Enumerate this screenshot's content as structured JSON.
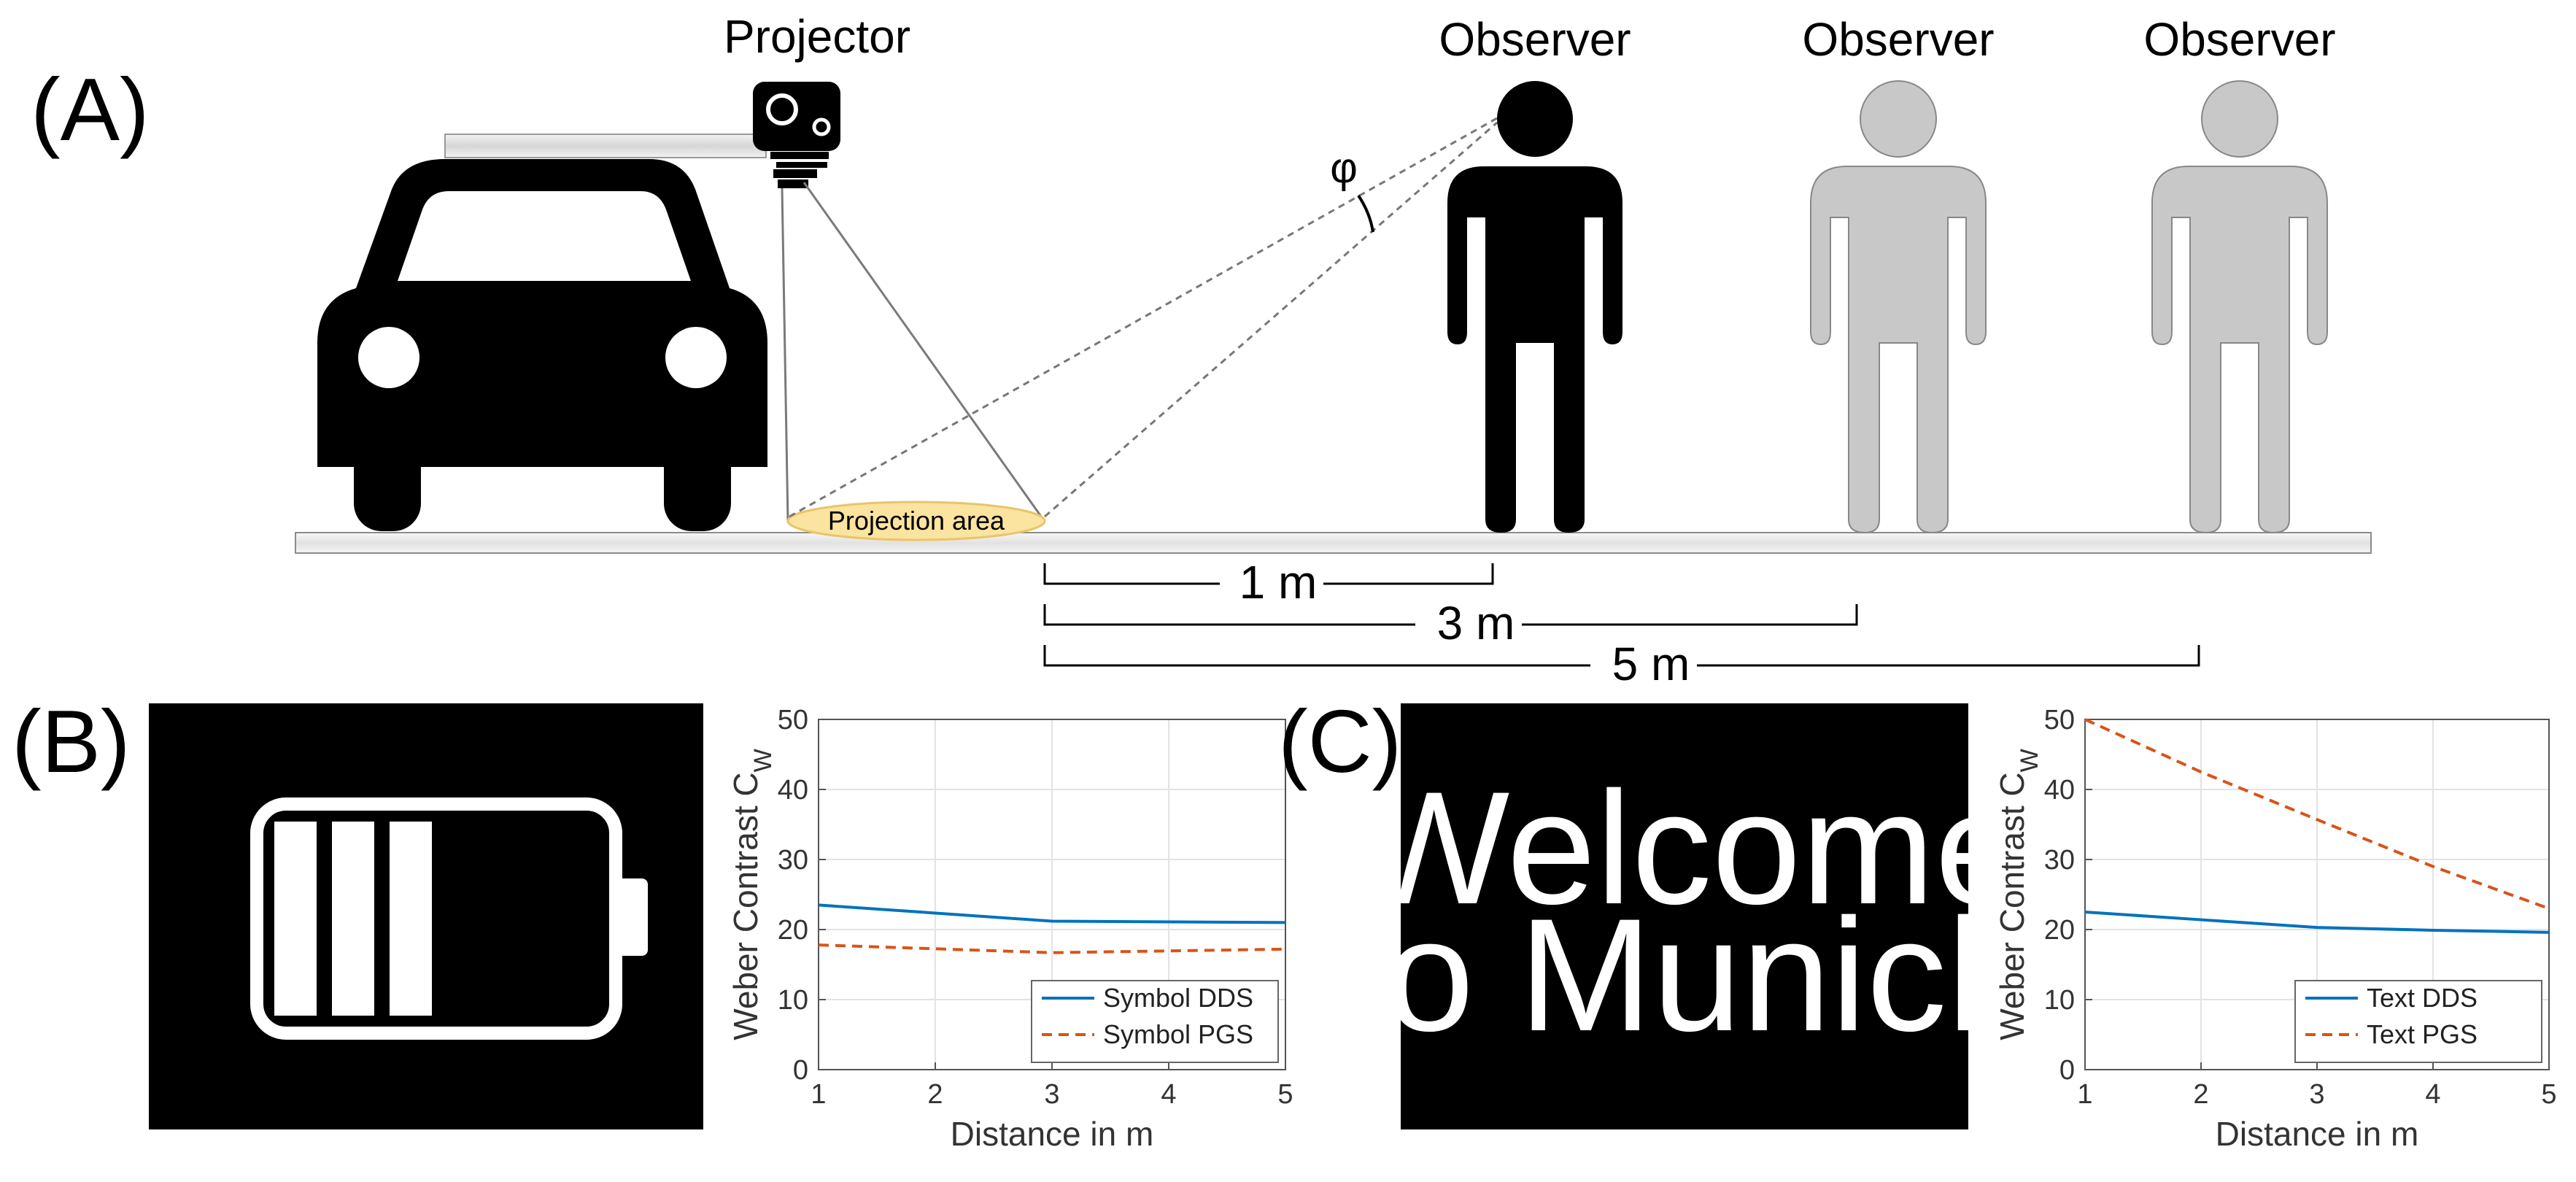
{
  "panels": {
    "a": "(A)",
    "b": "(B)",
    "c": "(C)"
  },
  "scene": {
    "projector_label": "Projector",
    "observer_labels": [
      "Observer",
      "Observer",
      "Observer"
    ],
    "projection_area_label": "Projection area",
    "angle_label": "φ",
    "distance_labels": [
      "1 m",
      "3 m",
      "5 m"
    ],
    "colors": {
      "projection_fill": "#fbe3a0",
      "projection_stroke": "#e9c46a",
      "ghost_observer": "#c8c8c8",
      "ground": "#e6e6e6"
    }
  },
  "stimulus_text": {
    "line1": "Welcome",
    "line2": "to Munich"
  },
  "chart_data": [
    {
      "type": "line",
      "x": [
        1,
        3,
        5
      ],
      "series": [
        {
          "name": "Symbol DDS",
          "values": [
            23.5,
            21.2,
            21.0
          ],
          "color": "#0072bd",
          "dash": "solid"
        },
        {
          "name": "Symbol PGS",
          "values": [
            17.8,
            16.7,
            17.2
          ],
          "color": "#d95319",
          "dash": "dashed"
        }
      ],
      "xlabel": "Distance in m",
      "ylabel": "Weber Contrast C",
      "ylabel_subscript": "W",
      "xlim": [
        1,
        5
      ],
      "ylim": [
        0,
        50
      ],
      "xticks": [
        1,
        2,
        3,
        4,
        5
      ],
      "yticks": [
        0,
        10,
        20,
        30,
        40,
        50
      ],
      "grid": true,
      "legend": "bottom-right"
    },
    {
      "type": "line",
      "x": [
        1,
        2,
        3,
        4,
        5
      ],
      "series": [
        {
          "name": "Text DDS",
          "values": [
            22.5,
            21.4,
            20.3,
            19.9,
            19.6
          ],
          "color": "#0072bd",
          "dash": "solid"
        },
        {
          "name": "Text PGS",
          "values": [
            50.0,
            42.5,
            35.7,
            29.0,
            23.0
          ],
          "color": "#d95319",
          "dash": "dashed"
        }
      ],
      "xlabel": "Distance in m",
      "ylabel": "Weber Contrast C",
      "ylabel_subscript": "W",
      "xlim": [
        1,
        5
      ],
      "ylim": [
        0,
        50
      ],
      "xticks": [
        1,
        2,
        3,
        4,
        5
      ],
      "yticks": [
        0,
        10,
        20,
        30,
        40,
        50
      ],
      "grid": true,
      "legend": "bottom-right"
    }
  ]
}
